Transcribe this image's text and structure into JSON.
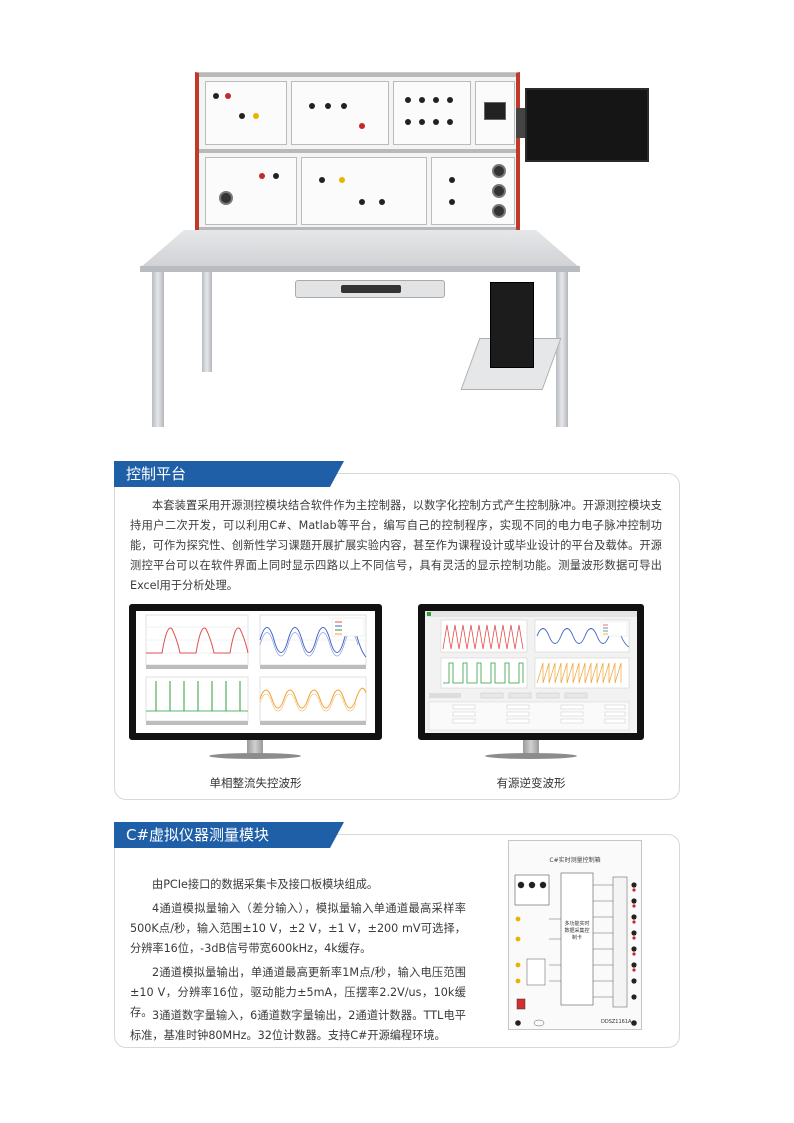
{
  "section1": {
    "heading": "控制平台",
    "paragraph": "本套装置采用开源测控模块结合软件作为主控制器，以数字化控制方式产生控制脉冲。开源测控模块支持用户二次开发，可以利用C#、Matlab等平台，编写自己的控制程序，实现不同的电力电子脉冲控制功能，可作为探究性、创新性学习课题开展扩展实验内容，甚至作为课程设计或毕业设计的平台及载体。开源测控平台可以在软件界面上同时显示四路以上不同信号，具有灵活的显示控制功能。测量波形数据可导出Excel用于分析处理。",
    "caption_left": "单相整流失控波形",
    "caption_right": "有源逆变波形"
  },
  "section2": {
    "heading": "C#虚拟仪器测量模块",
    "paragraphs": [
      "由PCIe接口的数据采集卡及接口板模块组成。",
      "4通道模拟量输入（差分输入），模拟量输入单通道最高采样率500K点/秒，输入范围±10 V，±2 V，±1 V，±200 mV可选择，分辨率16位，-3dB信号带宽600kHz，4k缓存。",
      "2通道模拟量输出，单通道最高更新率1M点/秒，输入电压范围±10 V，分辨率16位，驱动能力±5mA，压摆率2.2V/us，10k缓存。",
      "3通道数字量输入，6通道数字量输出，2通道计数器。TTL电平标准，基准时钟80MHz。32位计数器。支持C#开源编程环境。"
    ]
  },
  "module": {
    "title": "C#实时测量控制箱",
    "center_label": "多功能实时数据采集控制卡",
    "code": "DDSZ1161A"
  },
  "colors": {
    "heading_blue": "#1f5fa8",
    "frame_red": "#c0392b",
    "wave_red": "#e05050",
    "wave_blue": "#4466cc",
    "wave_green": "#2e9e3e",
    "wave_orange": "#f0a030"
  }
}
